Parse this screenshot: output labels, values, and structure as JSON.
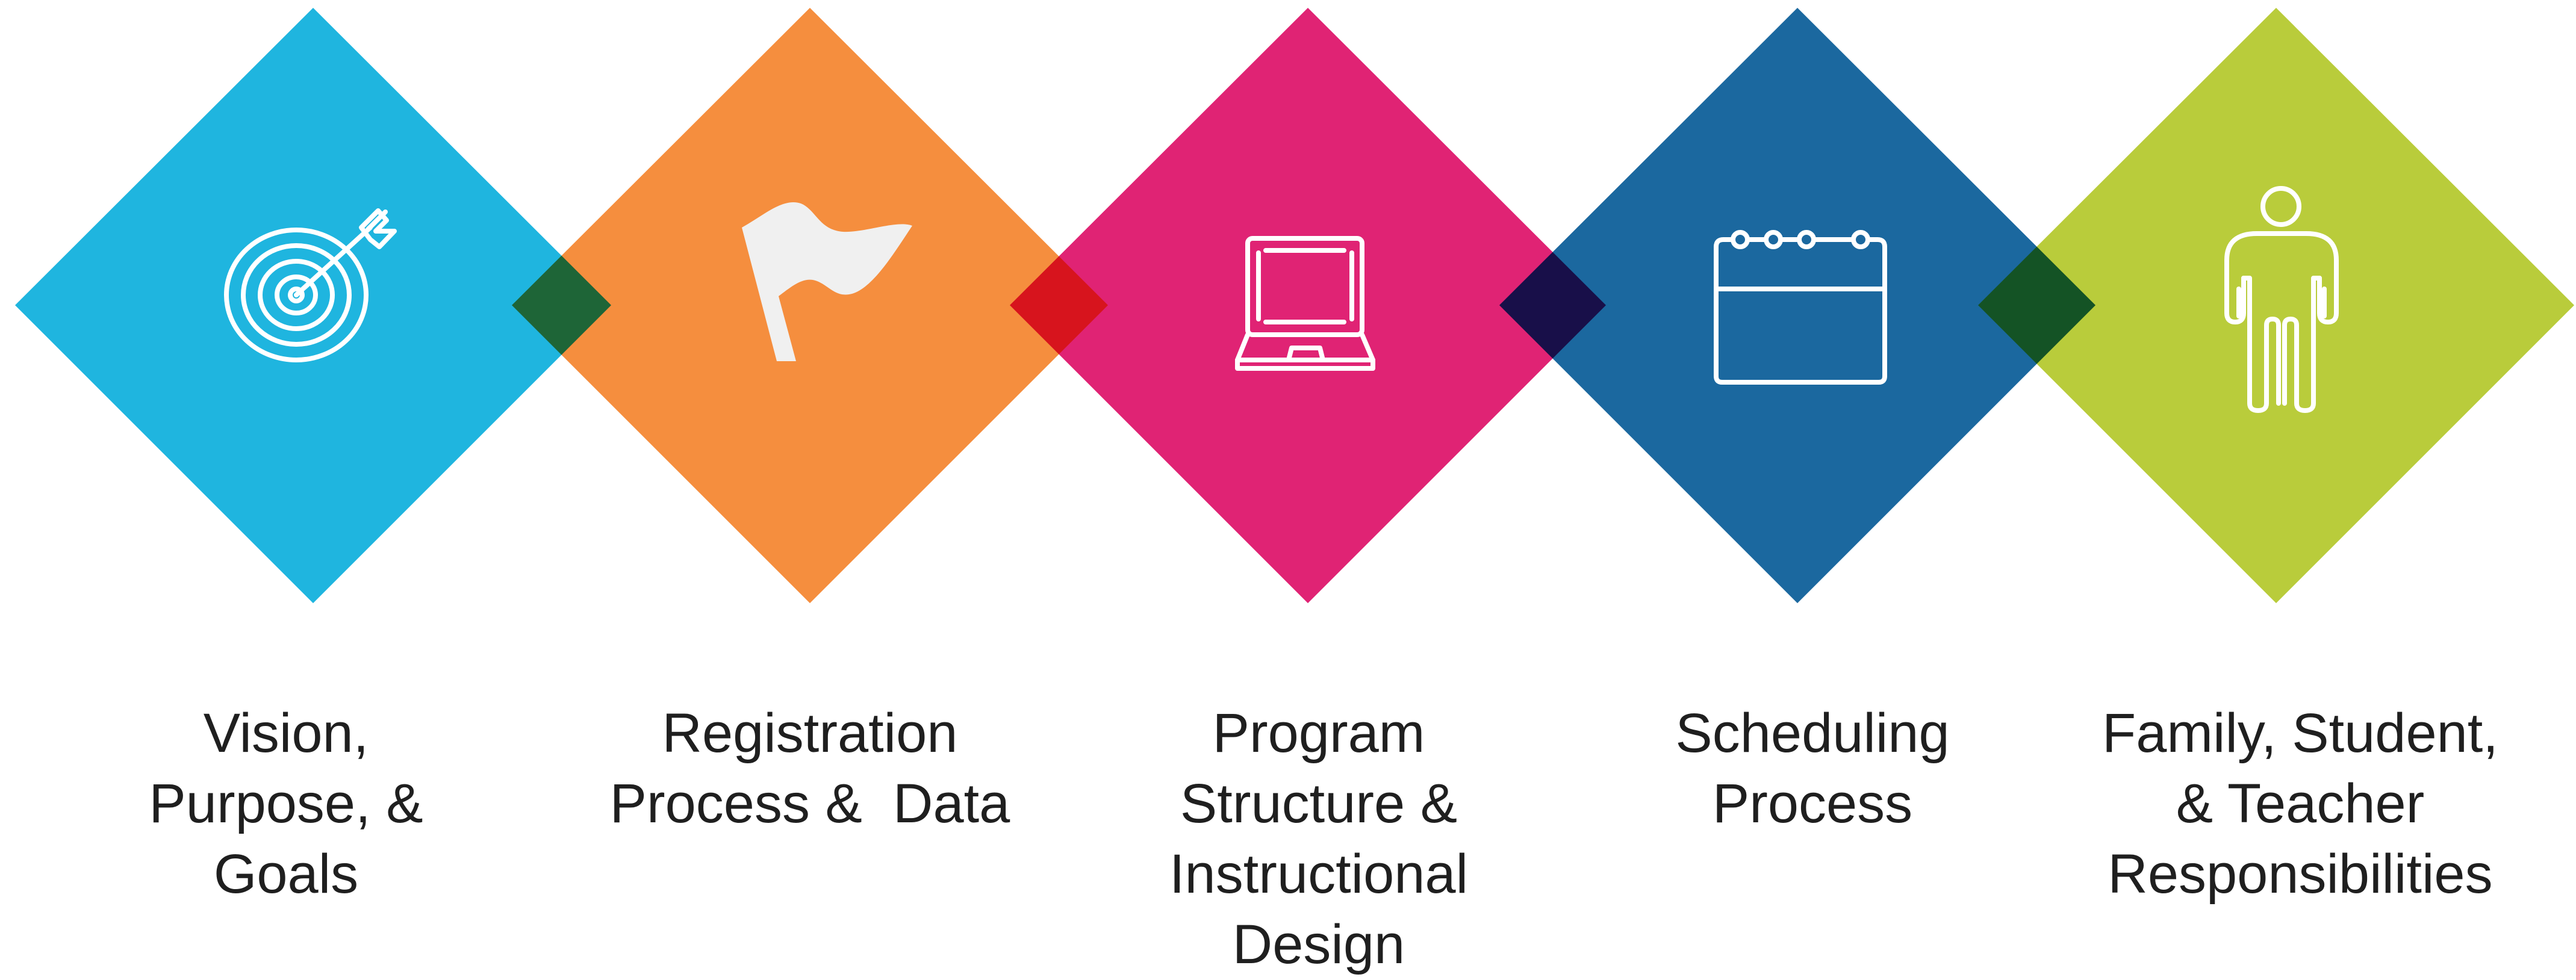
{
  "steps": [
    {
      "id": "vision",
      "color": "#1fb5df",
      "icon": "target-arrow-icon",
      "label_lines": [
        "Vision,",
        "Purpose, &",
        "Goals"
      ]
    },
    {
      "id": "registration",
      "color": "#f58e3e",
      "icon": "flag-icon",
      "label_lines": [
        "Registration",
        "Process &  Data"
      ]
    },
    {
      "id": "program",
      "color": "#e02374",
      "icon": "laptop-icon",
      "label_lines": [
        "Program",
        "Structure &",
        "Instructional",
        "Design"
      ]
    },
    {
      "id": "scheduling",
      "color": "#1b689f",
      "icon": "calendar-icon",
      "label_lines": [
        "Scheduling",
        "Process"
      ]
    },
    {
      "id": "responsibilities",
      "color": "#b9cc3b",
      "icon": "person-icon",
      "label_lines": [
        "Family, Student,",
        "& Teacher",
        "Responsibilities"
      ]
    }
  ]
}
